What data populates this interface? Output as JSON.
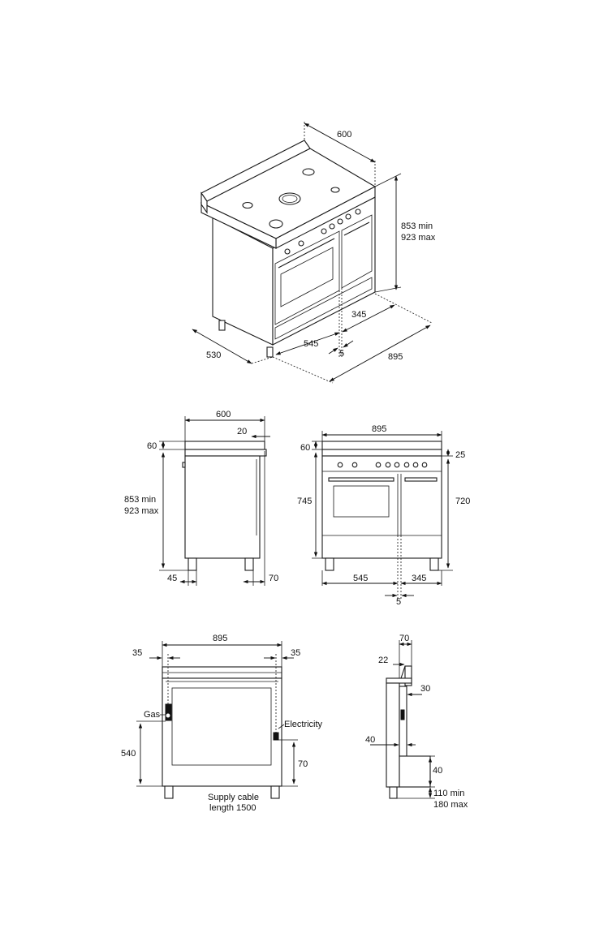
{
  "iso_view": {
    "depth": "600",
    "height_min": "853 min",
    "height_max": "923 max",
    "right_part": "345",
    "left_part": "545",
    "gap": "5",
    "total_width": "895",
    "side_depth": "530"
  },
  "side_view": {
    "depth": "600",
    "splash_offset": "20",
    "splash_height": "60",
    "height_min": "853 min",
    "height_max": "923 max",
    "foot_front": "45",
    "foot_back": "70"
  },
  "front_view": {
    "width": "895",
    "splash_height": "60",
    "panel_height": "25",
    "body_height": "745",
    "oven_height": "720",
    "left_part": "545",
    "right_part": "345",
    "gap": "5"
  },
  "rear_view": {
    "width": "895",
    "left_offset": "35",
    "right_offset": "35",
    "gas_label": "Gas",
    "electricity_label": "Electricity",
    "gas_height": "540",
    "elec_height": "70",
    "cable_line1": "Supply cable",
    "cable_line2": "length 1500"
  },
  "profile_view": {
    "top_width": "70",
    "splash_width": "22",
    "drop_upper": "30",
    "drop_lower": "40",
    "foot_depth": "40",
    "foot_min": "110 min",
    "foot_max": "180 max"
  }
}
